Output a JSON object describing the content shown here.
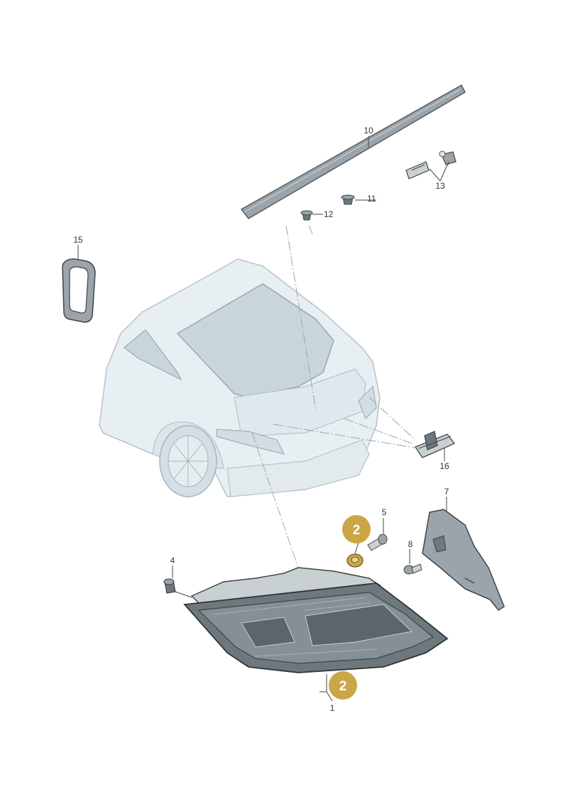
{
  "colors": {
    "background": "#ffffff",
    "car_fill": "#e8eff3",
    "car_stroke": "#b5c3cb",
    "glass": "#c9d5dc",
    "part_dark": "#6d787e",
    "part_mid": "#9aa4aa",
    "part_light": "#c8d0d4",
    "badge": "#c9a646"
  },
  "callouts": {
    "p1": "1",
    "p4": "4",
    "p5": "5",
    "p7": "7",
    "p8": "8",
    "p10": "10",
    "p11": "11",
    "p12": "12",
    "p13": "13",
    "p15": "15",
    "p16": "16"
  },
  "badges": {
    "nut": "2",
    "lamp": "2"
  }
}
